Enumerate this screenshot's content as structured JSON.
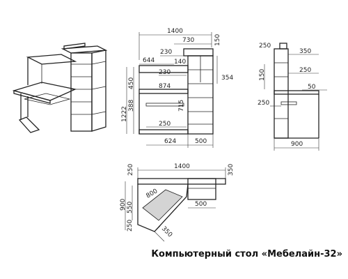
{
  "caption": "Компьютерный стол «Мебелайн-32»",
  "front_view": {
    "dims": {
      "total_width": "1400",
      "right_width": "730",
      "shelf_h_top": "150",
      "upper_230": "230",
      "upper_140": "140",
      "w644": "644",
      "mid_230": "230",
      "h354": "354",
      "h450": "450",
      "h388": "388",
      "w874": "874",
      "h1222": "1222",
      "h715": "715",
      "low_250": "250",
      "w624": "624",
      "w500": "500"
    }
  },
  "side_view": {
    "dims": {
      "top_250": "250",
      "w350": "350",
      "mid_250": "250",
      "h150": "150",
      "w50": "50",
      "low_250": "250",
      "depth900": "900"
    }
  },
  "plan_view": {
    "dims": {
      "width1400": "1400",
      "left_250": "250",
      "right_350": "350",
      "h900": "900",
      "h550": "550",
      "diag800": "800",
      "w500": "500",
      "bottom_250": "250",
      "diag350": "350"
    }
  }
}
